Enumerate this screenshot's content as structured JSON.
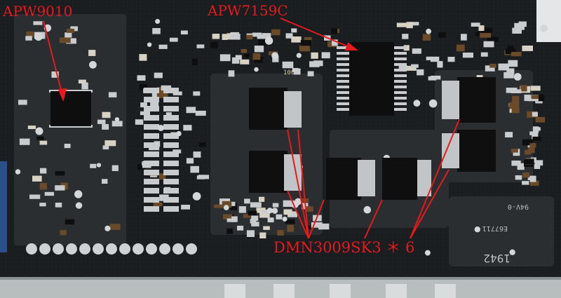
{
  "labels": {
    "chip_left": "APW9010",
    "chip_top": "APW7159C",
    "mosfets": "DMN3009SK3 ＊ 6"
  },
  "silkscreen": {
    "board_code": "1942",
    "rating": "94V-0",
    "cert": "E67711",
    "resistor": "100"
  },
  "colors": {
    "board": "#1a1d1f",
    "pad": "#c9ccce",
    "chip": "#0e0e0e",
    "annotation": "#e8191d",
    "frame": "#b8bdbe"
  }
}
